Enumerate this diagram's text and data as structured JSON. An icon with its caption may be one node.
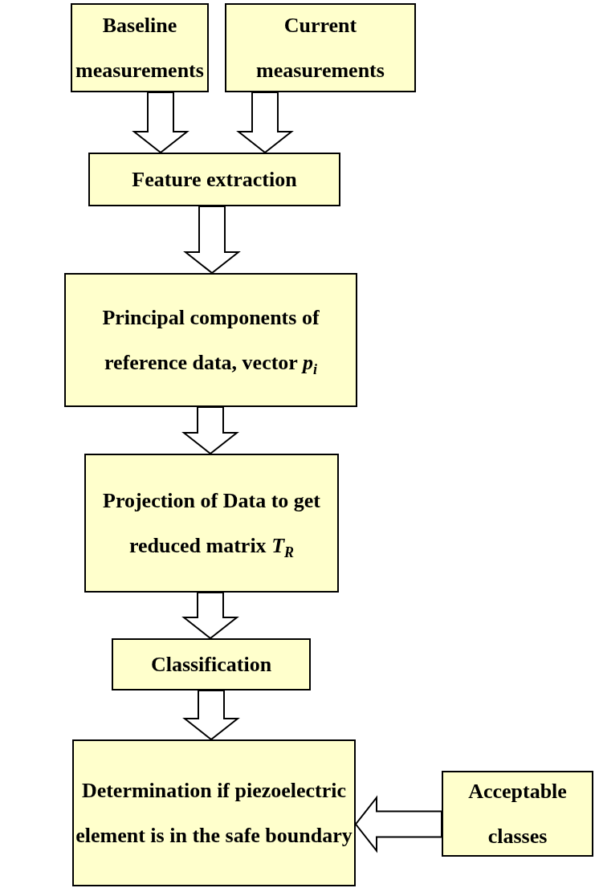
{
  "diagram": {
    "nodes": [
      {
        "text": [
          "Baseline measurements"
        ]
      },
      {
        "text": [
          "Current measurements"
        ]
      },
      {
        "text": [
          "Feature extraction"
        ]
      },
      {
        "text": [
          "Principal components of reference data, vector *p*$_{i}$"
        ]
      },
      {
        "text": [
          "Projection of Data to get reduced matrix *T*$_{R}$"
        ]
      },
      {
        "text": [
          "Classification"
        ]
      },
      {
        "text": [
          "Determination if piezoelectric element is in the safe boundary"
        ]
      },
      {
        "text": [
          "Acceptable classes"
        ]
      }
    ],
    "edges": [
      {
        "from": 0,
        "to": 2,
        "arrow": "to"
      },
      {
        "from": 1,
        "to": 2,
        "arrow": "to"
      },
      {
        "from": 2,
        "to": 3,
        "arrow": "to"
      },
      {
        "from": 3,
        "to": 4,
        "arrow": "to"
      },
      {
        "from": 4,
        "to": 5,
        "arrow": "to"
      },
      {
        "from": 5,
        "to": 6,
        "arrow": "to"
      },
      {
        "from": 7,
        "to": 6,
        "arrow": "to"
      }
    ]
  }
}
